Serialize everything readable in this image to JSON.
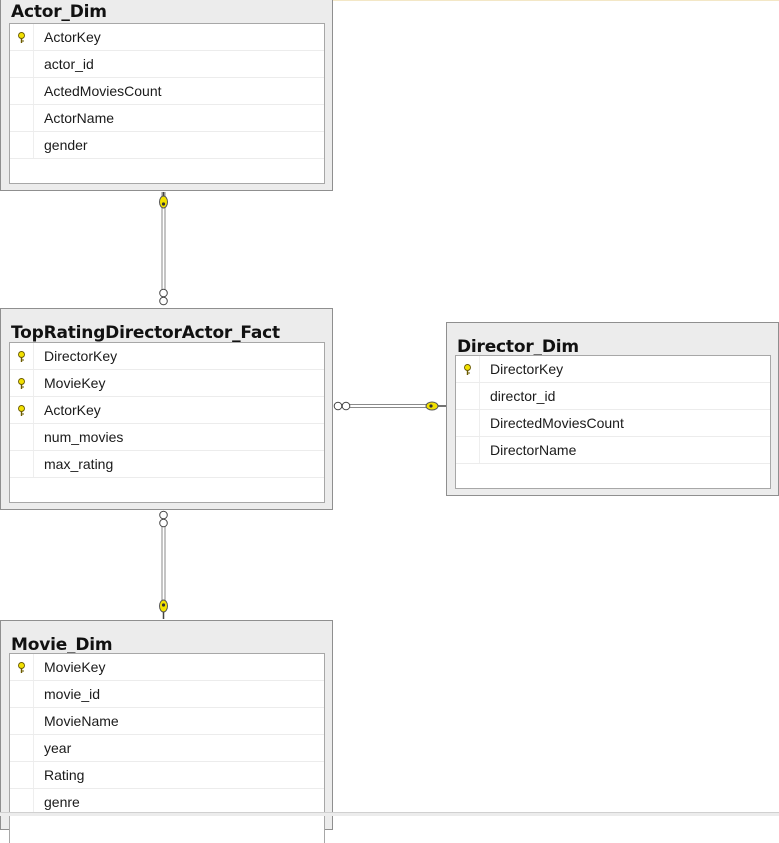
{
  "tables": {
    "actor": {
      "title": "Actor_Dim",
      "columns": [
        {
          "name": "ActorKey",
          "key": true
        },
        {
          "name": "actor_id",
          "key": false
        },
        {
          "name": "ActedMoviesCount",
          "key": false
        },
        {
          "name": "ActorName",
          "key": false
        },
        {
          "name": "gender",
          "key": false
        }
      ]
    },
    "fact": {
      "title": "TopRatingDirectorActor_Fact",
      "columns": [
        {
          "name": "DirectorKey",
          "key": true
        },
        {
          "name": "MovieKey",
          "key": true
        },
        {
          "name": "ActorKey",
          "key": true
        },
        {
          "name": "num_movies",
          "key": false
        },
        {
          "name": "max_rating",
          "key": false
        }
      ]
    },
    "director": {
      "title": "Director_Dim",
      "columns": [
        {
          "name": "DirectorKey",
          "key": true
        },
        {
          "name": "director_id",
          "key": false
        },
        {
          "name": "DirectedMoviesCount",
          "key": false
        },
        {
          "name": "DirectorName",
          "key": false
        }
      ]
    },
    "movie": {
      "title": "Movie_Dim",
      "columns": [
        {
          "name": "MovieKey",
          "key": true
        },
        {
          "name": "movie_id",
          "key": false
        },
        {
          "name": "MovieName",
          "key": false
        },
        {
          "name": "year",
          "key": false
        },
        {
          "name": "Rating",
          "key": false
        },
        {
          "name": "genre",
          "key": false
        }
      ]
    }
  },
  "relationships": [
    {
      "from": "fact",
      "to": "actor",
      "one_end": "key-icon",
      "many_end": "infinity-icon"
    },
    {
      "from": "fact",
      "to": "director",
      "one_end": "key-icon",
      "many_end": "infinity-icon"
    },
    {
      "from": "fact",
      "to": "movie",
      "one_end": "key-icon",
      "many_end": "infinity-icon"
    }
  ],
  "colors": {
    "key_icon": "#f2e100",
    "table_bg": "#ececec",
    "table_border": "#8f8f8f",
    "connector": "#8a8a8a"
  }
}
